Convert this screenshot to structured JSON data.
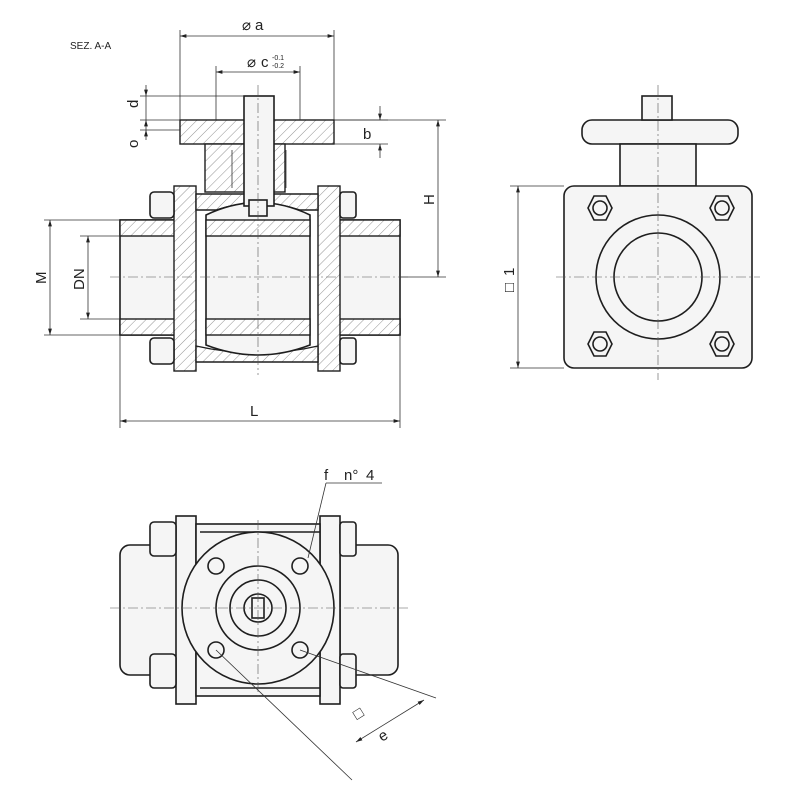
{
  "section_label": "SEZ. A-A",
  "dimensions": {
    "a": "a",
    "c": "c",
    "c_tol_upper": "-0.1",
    "c_tol_lower": "-0.2",
    "d": "d",
    "o": "o",
    "b": "b",
    "H": "H",
    "M": "M",
    "DN": "DN",
    "L": "L",
    "square": "1",
    "e": "e"
  },
  "hole_callout": {
    "f": "f",
    "count_prefix": "n°",
    "count": "4"
  },
  "symbols": {
    "diameter": "⌀",
    "square": "□"
  }
}
